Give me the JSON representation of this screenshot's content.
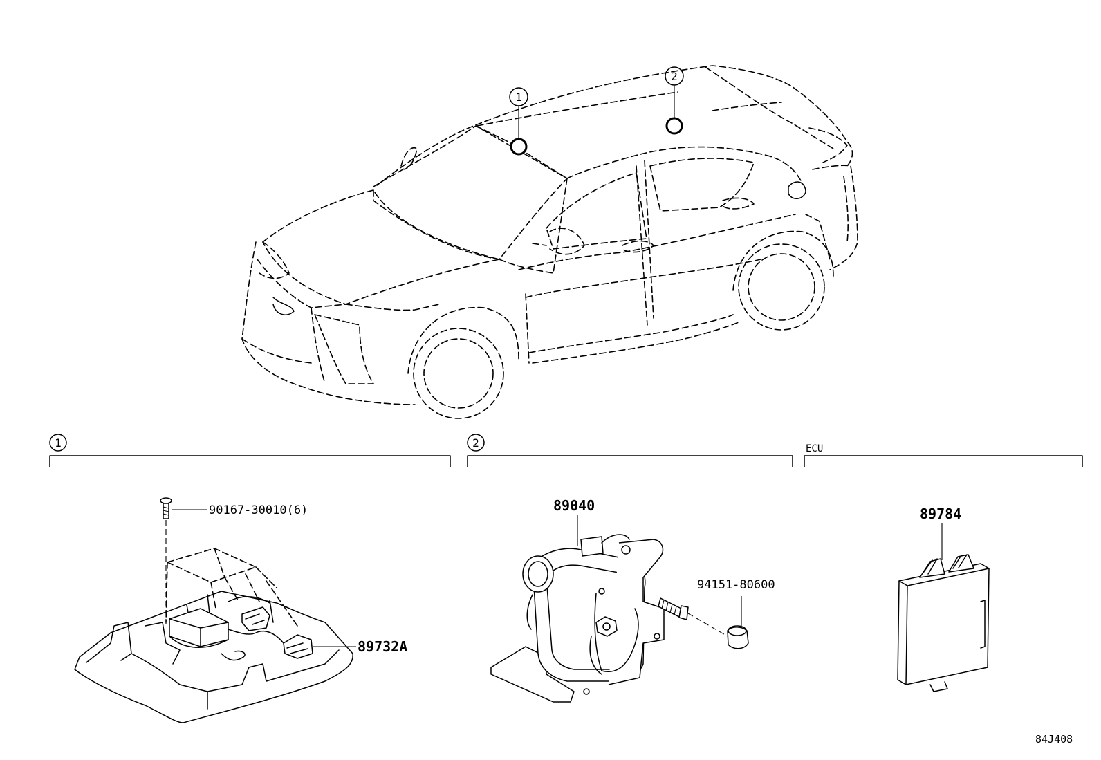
{
  "callouts": {
    "one": "1",
    "two": "2"
  },
  "sections": {
    "one_label": "1",
    "two_label": "2",
    "ecu_label": "ECU"
  },
  "parts": {
    "screw": "90167-30010(6)",
    "overhead_sensor": "89732A",
    "siren": "89040",
    "bolt": "94151-80600",
    "ecu": "89784"
  },
  "figure_code": "84J408"
}
